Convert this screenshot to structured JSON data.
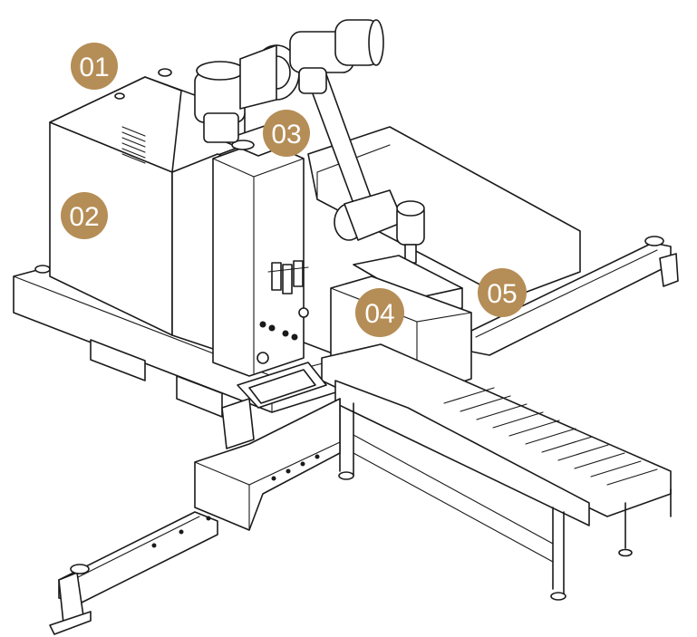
{
  "badges": [
    {
      "id": "01",
      "label": "01"
    },
    {
      "id": "02",
      "label": "02"
    },
    {
      "id": "03",
      "label": "03"
    },
    {
      "id": "04",
      "label": "04"
    },
    {
      "id": "05",
      "label": "05"
    }
  ],
  "colors": {
    "badge": "#b58d56",
    "line": "#1a1a1a",
    "background": "#ffffff"
  }
}
